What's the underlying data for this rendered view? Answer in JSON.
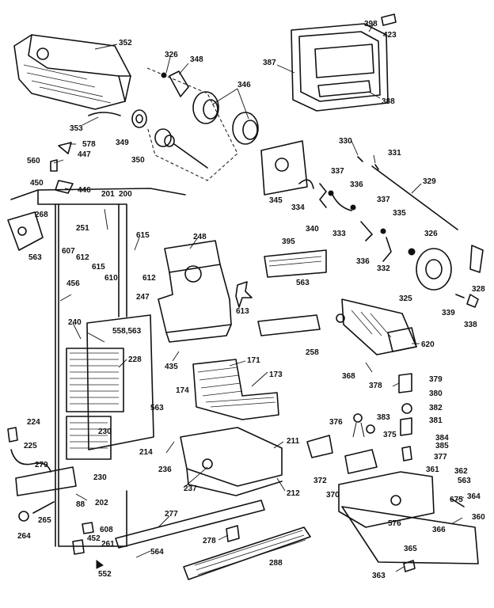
{
  "diagram": {
    "callouts": [
      {
        "id": "c352",
        "text": "352"
      },
      {
        "id": "c326a",
        "text": "326"
      },
      {
        "id": "c348",
        "text": "348"
      },
      {
        "id": "c346",
        "text": "346"
      },
      {
        "id": "c398",
        "text": "398"
      },
      {
        "id": "c423",
        "text": "423"
      },
      {
        "id": "c387",
        "text": "387"
      },
      {
        "id": "c388",
        "text": "388"
      },
      {
        "id": "c353",
        "text": "353"
      },
      {
        "id": "c349",
        "text": "349"
      },
      {
        "id": "c350",
        "text": "350"
      },
      {
        "id": "c578",
        "text": "578"
      },
      {
        "id": "c447",
        "text": "447"
      },
      {
        "id": "c560",
        "text": "560"
      },
      {
        "id": "c450",
        "text": "450"
      },
      {
        "id": "c446",
        "text": "446"
      },
      {
        "id": "c330",
        "text": "330"
      },
      {
        "id": "c331",
        "text": "331"
      },
      {
        "id": "c337a",
        "text": "337"
      },
      {
        "id": "c336a",
        "text": "336"
      },
      {
        "id": "c345",
        "text": "345"
      },
      {
        "id": "c334",
        "text": "334"
      },
      {
        "id": "c329",
        "text": "329"
      },
      {
        "id": "c337b",
        "text": "337"
      },
      {
        "id": "c335",
        "text": "335"
      },
      {
        "id": "c340",
        "text": "340"
      },
      {
        "id": "c333",
        "text": "333"
      },
      {
        "id": "c326b",
        "text": "326"
      },
      {
        "id": "c336b",
        "text": "336"
      },
      {
        "id": "c332",
        "text": "332"
      },
      {
        "id": "c328",
        "text": "328"
      },
      {
        "id": "c325",
        "text": "325"
      },
      {
        "id": "c339",
        "text": "339"
      },
      {
        "id": "c338",
        "text": "338"
      },
      {
        "id": "c201",
        "text": "201"
      },
      {
        "id": "c200",
        "text": "200"
      },
      {
        "id": "c268",
        "text": "268"
      },
      {
        "id": "c251",
        "text": "251"
      },
      {
        "id": "c615a",
        "text": "615"
      },
      {
        "id": "c248",
        "text": "248"
      },
      {
        "id": "c607",
        "text": "607"
      },
      {
        "id": "c612a",
        "text": "612"
      },
      {
        "id": "c563a",
        "text": "563"
      },
      {
        "id": "c615b",
        "text": "615"
      },
      {
        "id": "c610",
        "text": "610"
      },
      {
        "id": "c612b",
        "text": "612"
      },
      {
        "id": "c395",
        "text": "395"
      },
      {
        "id": "c563b",
        "text": "563"
      },
      {
        "id": "c456",
        "text": "456"
      },
      {
        "id": "c247",
        "text": "247"
      },
      {
        "id": "c613",
        "text": "613"
      },
      {
        "id": "c240",
        "text": "240"
      },
      {
        "id": "c558",
        "text": "558,563"
      },
      {
        "id": "c258",
        "text": "258"
      },
      {
        "id": "c620",
        "text": "620"
      },
      {
        "id": "c228",
        "text": "228"
      },
      {
        "id": "c435",
        "text": "435"
      },
      {
        "id": "c171",
        "text": "171"
      },
      {
        "id": "c173",
        "text": "173"
      },
      {
        "id": "c368",
        "text": "368"
      },
      {
        "id": "c378",
        "text": "378"
      },
      {
        "id": "c379",
        "text": "379"
      },
      {
        "id": "c380",
        "text": "380"
      },
      {
        "id": "c174",
        "text": "174"
      },
      {
        "id": "c563c",
        "text": "563"
      },
      {
        "id": "c382",
        "text": "382"
      },
      {
        "id": "c381",
        "text": "381"
      },
      {
        "id": "c224",
        "text": "224"
      },
      {
        "id": "c376",
        "text": "376"
      },
      {
        "id": "c383",
        "text": "383"
      },
      {
        "id": "c375",
        "text": "375"
      },
      {
        "id": "c384",
        "text": "384"
      },
      {
        "id": "c385",
        "text": "385"
      },
      {
        "id": "c230a",
        "text": "230"
      },
      {
        "id": "c225",
        "text": "225"
      },
      {
        "id": "c214",
        "text": "214"
      },
      {
        "id": "c211",
        "text": "211"
      },
      {
        "id": "c377",
        "text": "377"
      },
      {
        "id": "c279",
        "text": "279"
      },
      {
        "id": "c230b",
        "text": "230"
      },
      {
        "id": "c236",
        "text": "236"
      },
      {
        "id": "c237",
        "text": "237"
      },
      {
        "id": "c372",
        "text": "372"
      },
      {
        "id": "c361a",
        "text": "361"
      },
      {
        "id": "c362",
        "text": "362"
      },
      {
        "id": "c563d",
        "text": "563"
      },
      {
        "id": "c370",
        "text": "370"
      },
      {
        "id": "c212",
        "text": "212"
      },
      {
        "id": "c675",
        "text": "675"
      },
      {
        "id": "c364",
        "text": "364"
      },
      {
        "id": "c202",
        "text": "202"
      },
      {
        "id": "c88",
        "text": "88"
      },
      {
        "id": "c277",
        "text": "277"
      },
      {
        "id": "c265",
        "text": "265"
      },
      {
        "id": "c608",
        "text": "608"
      },
      {
        "id": "c576",
        "text": "576"
      },
      {
        "id": "c366",
        "text": "366"
      },
      {
        "id": "c360",
        "text": "360"
      },
      {
        "id": "c264",
        "text": "264"
      },
      {
        "id": "c452",
        "text": "452"
      },
      {
        "id": "c261",
        "text": "261"
      },
      {
        "id": "c278",
        "text": "278"
      },
      {
        "id": "c564",
        "text": "564"
      },
      {
        "id": "c365",
        "text": "365"
      },
      {
        "id": "c288",
        "text": "288"
      },
      {
        "id": "c552",
        "text": "552"
      },
      {
        "id": "c363",
        "text": "363"
      }
    ]
  }
}
